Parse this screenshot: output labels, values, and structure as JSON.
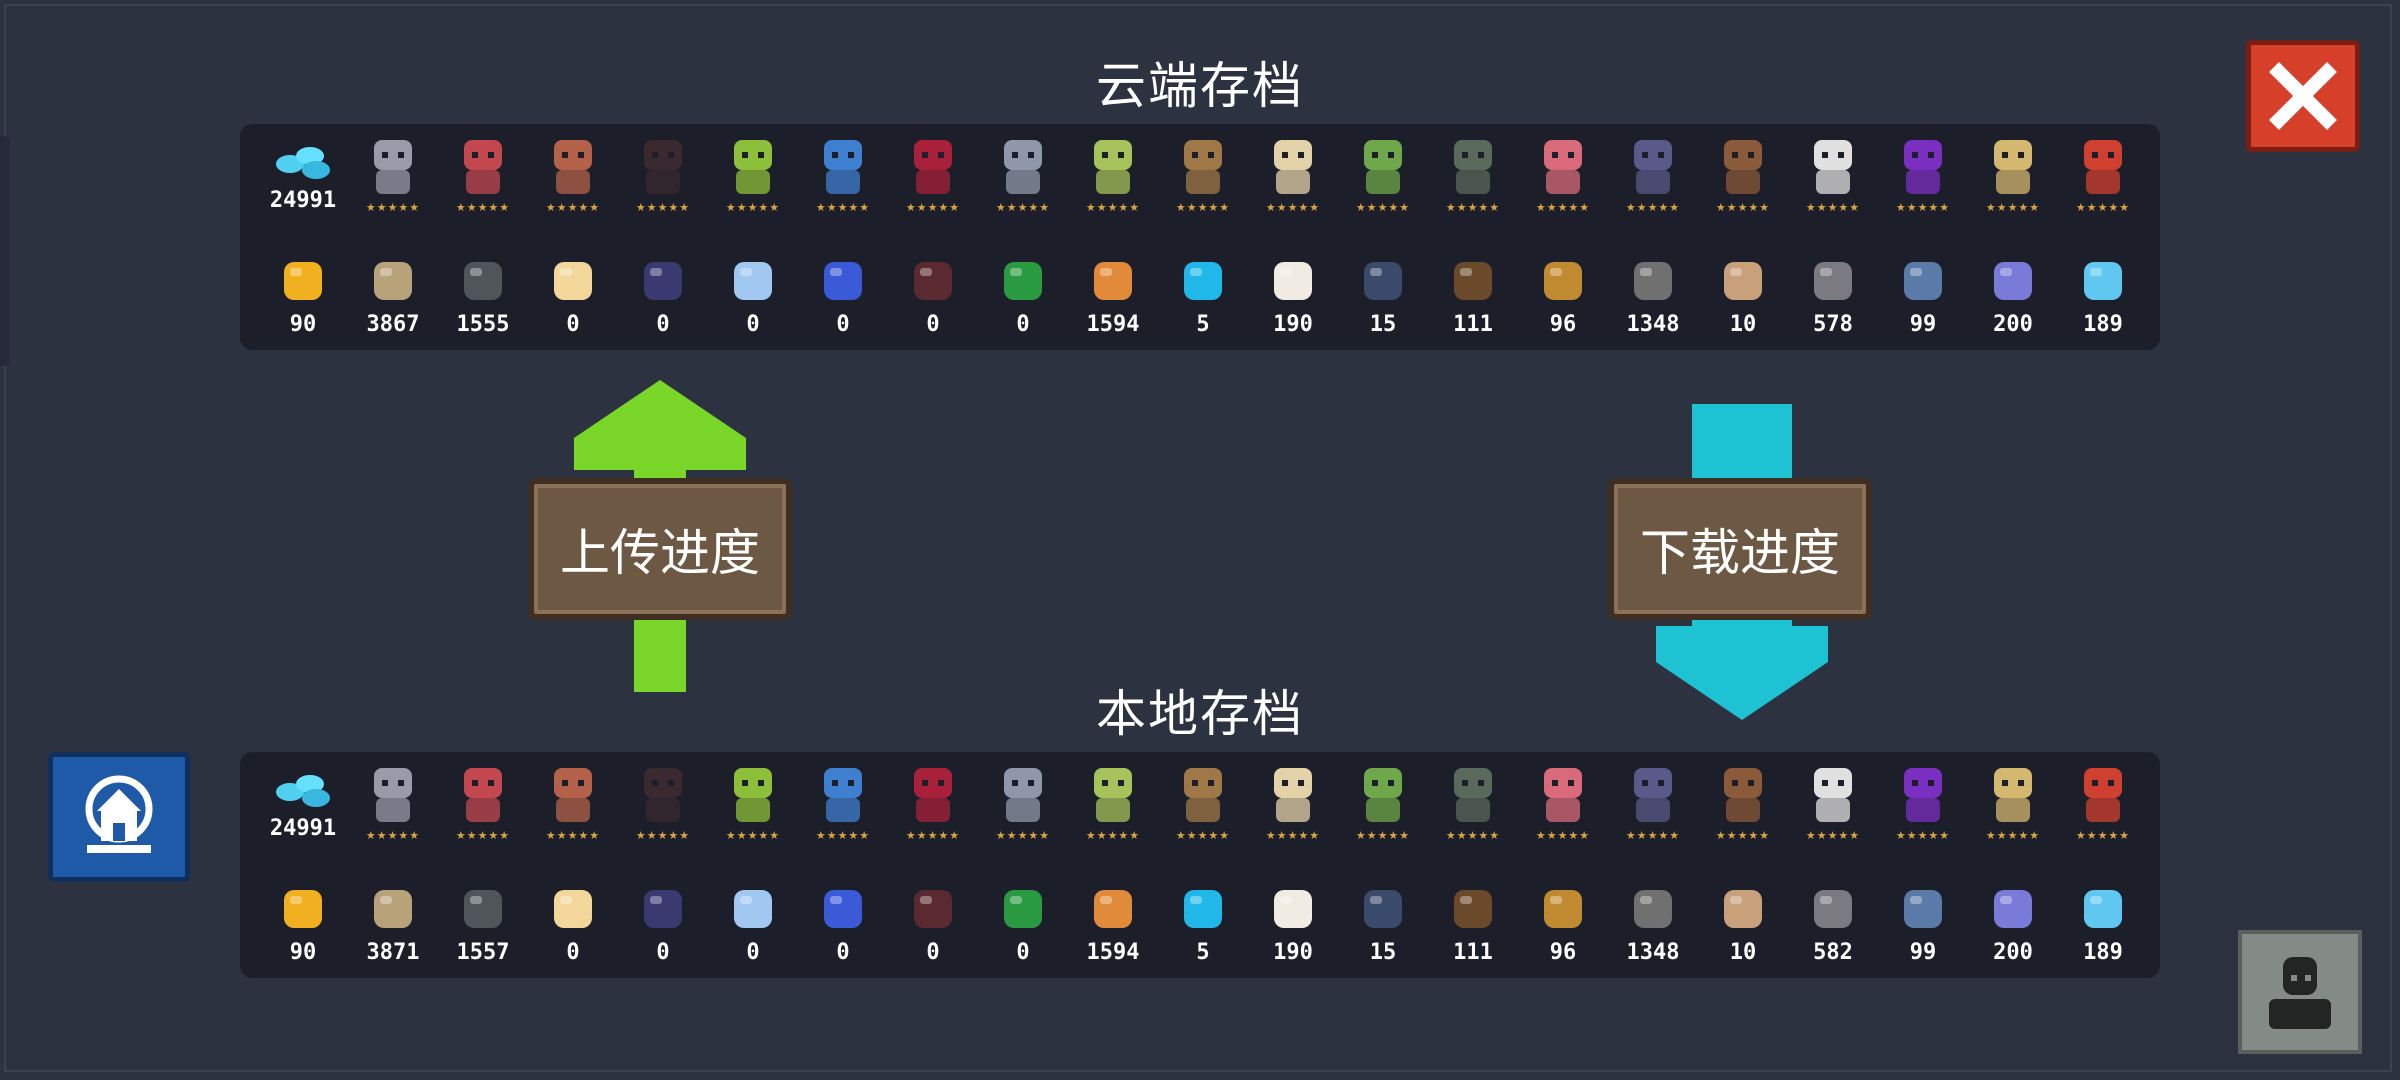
{
  "cloud_save": {
    "title": "云端存档",
    "gems": "24991",
    "characters": [
      {
        "icon": "knight-icon",
        "color": "#9a9aa8"
      },
      {
        "icon": "rogue-icon",
        "color": "#c2474f"
      },
      {
        "icon": "witch-icon",
        "color": "#b4614a"
      },
      {
        "icon": "assassin-icon",
        "color": "#3a2a30"
      },
      {
        "icon": "robot-icon",
        "color": "#8cbf3a"
      },
      {
        "icon": "engineer-icon",
        "color": "#3f7fcf"
      },
      {
        "icon": "vampire-icon",
        "color": "#a8203a"
      },
      {
        "icon": "paladin-icon",
        "color": "#8f98a8"
      },
      {
        "icon": "elf-icon",
        "color": "#a6c25a"
      },
      {
        "icon": "werewolf-icon",
        "color": "#a07848"
      },
      {
        "icon": "priestess-icon",
        "color": "#e3d2a8"
      },
      {
        "icon": "druid-icon",
        "color": "#6fa84a"
      },
      {
        "icon": "berserker-icon",
        "color": "#5a6a5a"
      },
      {
        "icon": "taoist-icon",
        "color": "#d86a7a"
      },
      {
        "icon": "necromancer-icon",
        "color": "#5a5a8a"
      },
      {
        "icon": "officer-icon",
        "color": "#8a5a3a"
      },
      {
        "icon": "monk-icon",
        "color": "#e0e0e0"
      },
      {
        "icon": "wizard-icon",
        "color": "#7a2fc0"
      },
      {
        "icon": "airbender-icon",
        "color": "#d4b870"
      },
      {
        "icon": "demonmaster-icon",
        "color": "#d04030"
      }
    ],
    "materials": [
      {
        "icon": "gold-coin-icon",
        "color": "#f0b020",
        "count": "90"
      },
      {
        "icon": "cloth-icon",
        "color": "#b8a27a",
        "count": "3867"
      },
      {
        "icon": "iron-ore-icon",
        "color": "#50555a",
        "count": "1555"
      },
      {
        "icon": "holy-book-icon",
        "color": "#f3d79a",
        "count": "0"
      },
      {
        "icon": "dark-book-icon",
        "color": "#3a3a70",
        "count": "0"
      },
      {
        "icon": "crystal-icon",
        "color": "#a0c8f0",
        "count": "0"
      },
      {
        "icon": "potion-icon",
        "color": "#3a5ad8",
        "count": "0"
      },
      {
        "icon": "bat-wing-icon",
        "color": "#5a2a30",
        "count": "0"
      },
      {
        "icon": "scroll-icon",
        "color": "#2a9a40",
        "count": "0"
      },
      {
        "icon": "copper-ore-icon",
        "color": "#e08a3a",
        "count": "1594"
      },
      {
        "icon": "energy-orb-icon",
        "color": "#20b8e8",
        "count": "5"
      },
      {
        "icon": "flour-sack-icon",
        "color": "#f0ece4",
        "count": "190"
      },
      {
        "icon": "feather-icon",
        "color": "#3a4a6a",
        "count": "15"
      },
      {
        "icon": "horn-icon",
        "color": "#6a4a2a",
        "count": "111"
      },
      {
        "icon": "shell-icon",
        "color": "#c08a30",
        "count": "96"
      },
      {
        "icon": "gear-icon",
        "color": "#707070",
        "count": "1348"
      },
      {
        "icon": "blueprint-icon",
        "color": "#c8a07a",
        "count": "10"
      },
      {
        "icon": "coal-icon",
        "color": "#7a7a80",
        "count": "578"
      },
      {
        "icon": "fabric-icon",
        "color": "#5a7aa8",
        "count": "99"
      },
      {
        "icon": "shard-icon",
        "color": "#7a7ad8",
        "count": "200"
      },
      {
        "icon": "ice-crystal-icon",
        "color": "#60c8f0",
        "count": "189"
      }
    ]
  },
  "local_save": {
    "title": "本地存档",
    "gems": "24991",
    "materials": [
      {
        "icon": "gold-coin-icon",
        "color": "#f0b020",
        "count": "90"
      },
      {
        "icon": "cloth-icon",
        "color": "#b8a27a",
        "count": "3871"
      },
      {
        "icon": "iron-ore-icon",
        "color": "#50555a",
        "count": "1557"
      },
      {
        "icon": "holy-book-icon",
        "color": "#f3d79a",
        "count": "0"
      },
      {
        "icon": "dark-book-icon",
        "color": "#3a3a70",
        "count": "0"
      },
      {
        "icon": "crystal-icon",
        "color": "#a0c8f0",
        "count": "0"
      },
      {
        "icon": "potion-icon",
        "color": "#3a5ad8",
        "count": "0"
      },
      {
        "icon": "bat-wing-icon",
        "color": "#5a2a30",
        "count": "0"
      },
      {
        "icon": "scroll-icon",
        "color": "#2a9a40",
        "count": "0"
      },
      {
        "icon": "copper-ore-icon",
        "color": "#e08a3a",
        "count": "1594"
      },
      {
        "icon": "energy-orb-icon",
        "color": "#20b8e8",
        "count": "5"
      },
      {
        "icon": "flour-sack-icon",
        "color": "#f0ece4",
        "count": "190"
      },
      {
        "icon": "feather-icon",
        "color": "#3a4a6a",
        "count": "15"
      },
      {
        "icon": "horn-icon",
        "color": "#6a4a2a",
        "count": "111"
      },
      {
        "icon": "shell-icon",
        "color": "#c08a30",
        "count": "96"
      },
      {
        "icon": "gear-icon",
        "color": "#707070",
        "count": "1348"
      },
      {
        "icon": "blueprint-icon",
        "color": "#c8a07a",
        "count": "10"
      },
      {
        "icon": "coal-icon",
        "color": "#7a7a80",
        "count": "582"
      },
      {
        "icon": "fabric-icon",
        "color": "#5a7aa8",
        "count": "99"
      },
      {
        "icon": "shard-icon",
        "color": "#7a7ad8",
        "count": "200"
      },
      {
        "icon": "ice-crystal-icon",
        "color": "#60c8f0",
        "count": "189"
      }
    ]
  },
  "actions": {
    "upload_label": "上传进度",
    "download_label": "下载进度",
    "upload_arrow_color": "#7ad72a",
    "download_arrow_color": "#1ec3d3"
  },
  "colors": {
    "background": "#2d3241",
    "panel": "#1c1f29",
    "close_button": "#d6402b",
    "house_button": "#1f5aa8"
  }
}
